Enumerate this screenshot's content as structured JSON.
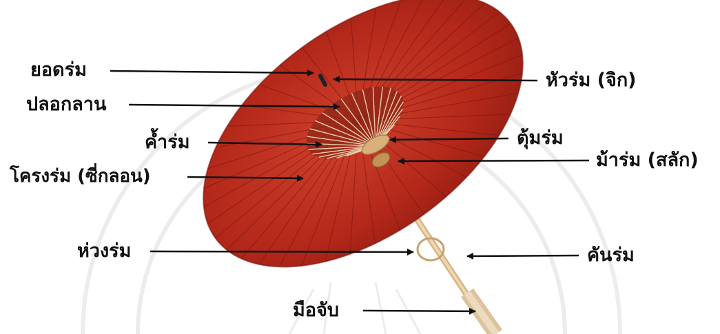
{
  "labels": {
    "tip": "ยอดร่ม",
    "collar": "ปลอกลาน",
    "prop": "ค้ำร่ม",
    "frame": "โครงร่ม (ซี่กลอน)",
    "ring": "ห่วงร่ม",
    "grip": "มือจับ",
    "head": "หัวร่ม (จิก)",
    "hub": "ตุ้มร่ม",
    "runner": "ม้าร่ม (สลัก)",
    "shaft": "คันร่ม"
  },
  "colors": {
    "canopy": "#b4281a",
    "canopy_dark": "#7c140c",
    "bamboo": "#e6c699",
    "label_text": "#111111",
    "arrow": "#111111"
  }
}
